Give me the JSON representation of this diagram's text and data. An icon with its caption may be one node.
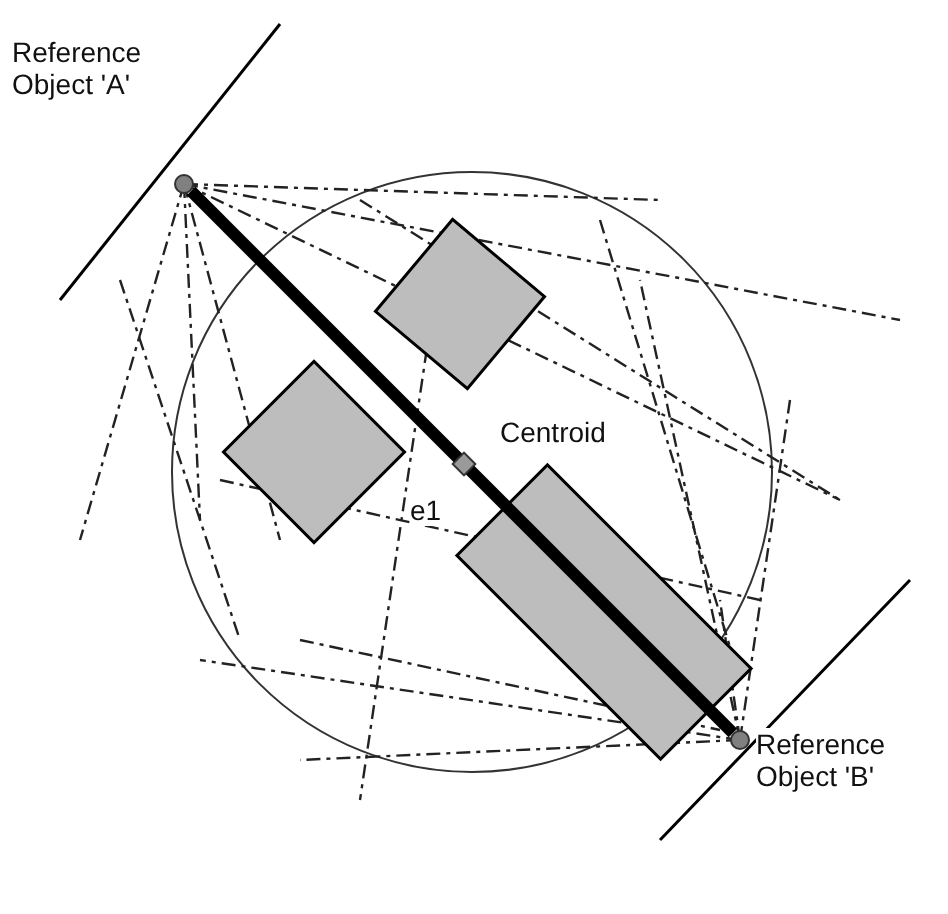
{
  "diagram": {
    "nodes": [
      {
        "text": [],
        "shape": "circle",
        "beside": [
          "Reference Object 'A'"
        ]
      },
      {
        "text": [],
        "shape": "circle",
        "beside": [
          "Reference Object 'B'"
        ]
      }
    ],
    "edges": [
      {
        "from": 0,
        "to": 1,
        "arrow": "none",
        "label": "e1"
      }
    ],
    "labels": [
      "Centroid"
    ]
  }
}
